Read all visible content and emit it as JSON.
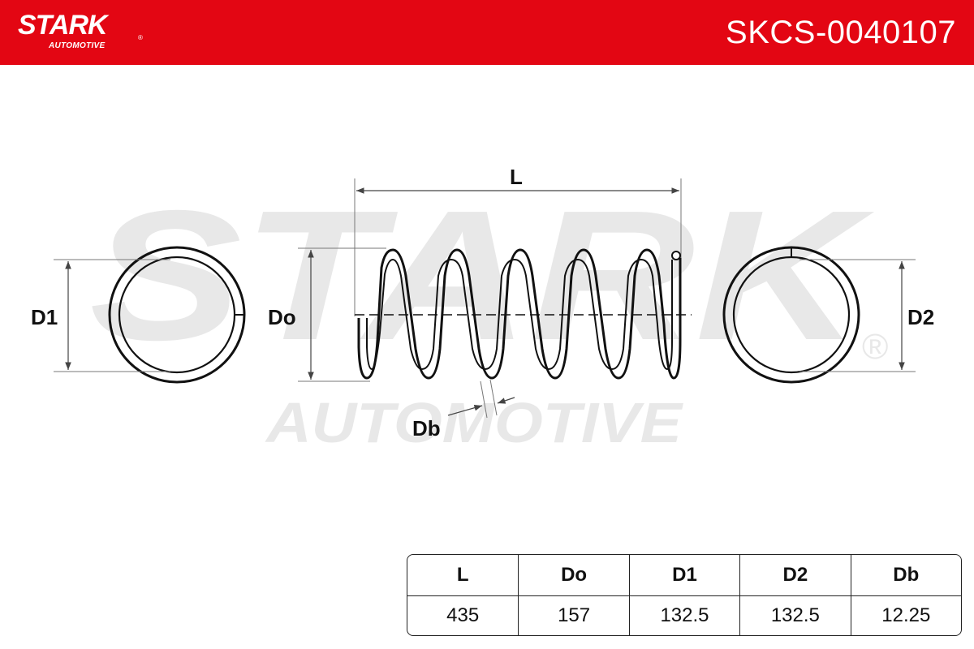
{
  "header": {
    "logo_text": "STARK",
    "logo_registered": "®",
    "logo_subtext": "AUTOMOTIVE",
    "part_number": "SKCS-0040107",
    "color": "#e30613"
  },
  "watermark": {
    "main": "STARK",
    "sub": "AUTOMOTIVE",
    "registered": "®",
    "color": "#e8e8e8"
  },
  "diagram": {
    "labels": {
      "length": "L",
      "outer_diameter": "Do",
      "end_diameter_1": "D1",
      "end_diameter_2": "D2",
      "wire_diameter": "Db"
    }
  },
  "table": {
    "headers": [
      "L",
      "Do",
      "D1",
      "D2",
      "Db"
    ],
    "values": [
      "435",
      "157",
      "132.5",
      "132.5",
      "12.25"
    ]
  }
}
